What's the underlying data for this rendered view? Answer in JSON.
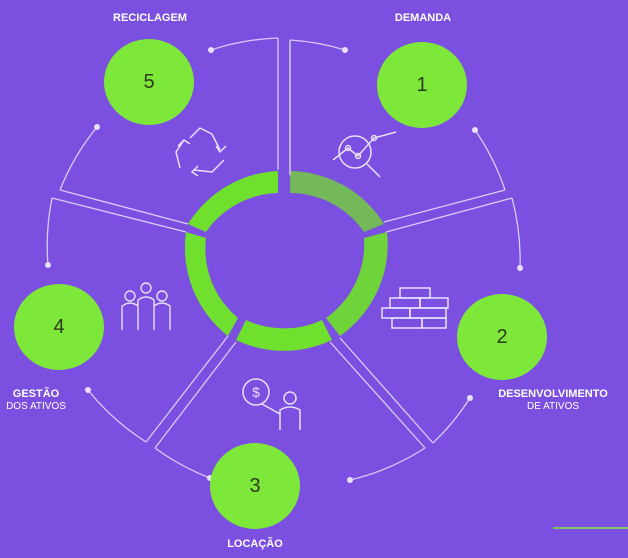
{
  "colors": {
    "background": "#7b4fe0",
    "circle_fill": "#7ee83a",
    "ring_bright": "#6fe02e",
    "ring_muted": "#74b85a",
    "line": "#d9ccff"
  },
  "steps": [
    {
      "number": "1",
      "title": "DEMANDA",
      "subtitle": "",
      "icon": "analytics-magnifier-icon"
    },
    {
      "number": "2",
      "title": "DESENVOLVIMENTO",
      "subtitle": "DE ATIVOS",
      "icon": "bricks-icon"
    },
    {
      "number": "3",
      "title": "LOCAÇÃO",
      "subtitle": "",
      "icon": "money-person-icon"
    },
    {
      "number": "4",
      "title": "GESTÃO",
      "subtitle": "DOS ATIVOS",
      "icon": "people-group-icon"
    },
    {
      "number": "5",
      "title": "RECICLAGEM",
      "subtitle": "",
      "icon": "recycle-icon"
    }
  ]
}
